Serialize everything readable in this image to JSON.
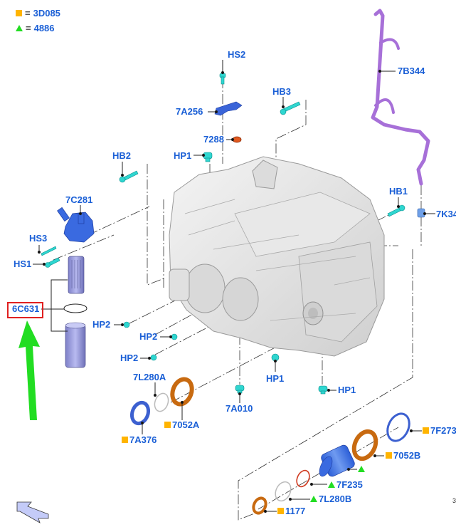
{
  "legend": [
    {
      "marker": "orange-square",
      "code": "3D085"
    },
    {
      "marker": "green-triangle",
      "code": "4886"
    }
  ],
  "colors": {
    "label": "#1a5fd6",
    "highlight_box": "#e02020",
    "pointer_arrow": "#22dd22",
    "square_marker": "#ffb400",
    "triangle_marker": "#22dd22"
  },
  "highlighted_part": "6C631",
  "labels": {
    "hs2": "HS2",
    "hb3": "HB3",
    "a7a256": "7A256",
    "p7288": "7288",
    "hp1_top": "HP1",
    "hb2": "HB2",
    "p7c281": "7C281",
    "hs3": "HS3",
    "hs1": "HS1",
    "p6c631": "6C631",
    "hp2_a": "HP2",
    "hp2_b": "HP2",
    "hp2_c": "HP2",
    "p7l280a": "7L280A",
    "p7052a": "7052A",
    "p7a376": "7A376",
    "p7a010": "7A010",
    "hp1_mid": "HP1",
    "hp1_right": "HP1",
    "p7b344": "7B344",
    "hb1": "HB1",
    "p7k34": "7K34",
    "p7f273": "7F273",
    "p7052b": "7052B",
    "p7f235": "7F235",
    "p7l280b": "7L280B",
    "p1177": "1177",
    "corner_mark": "3"
  }
}
